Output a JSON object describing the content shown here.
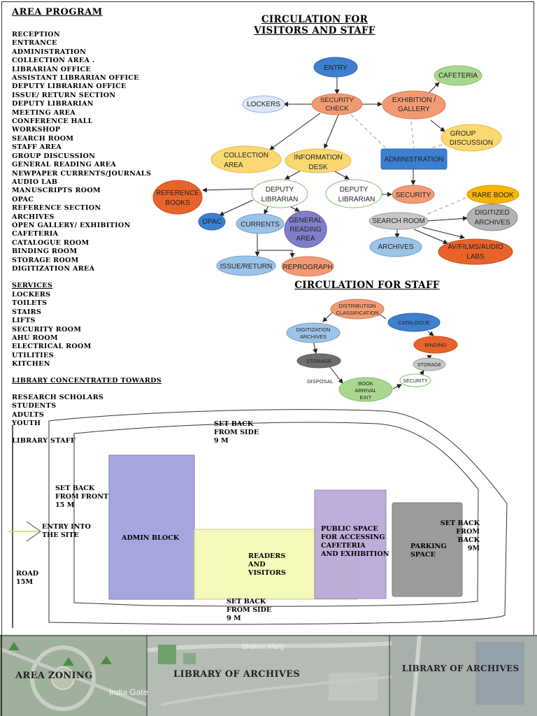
{
  "area_program": {
    "title": "AREA PROGRAM",
    "items": [
      "RECEPTION",
      "ENTRANCE",
      "ADMINISTRATION",
      "COLLECTION AREA .",
      "LIBRARIAN OFFICE",
      "ASSISTANT LIBRARIAN OFFICE",
      "DEPUTY LIBRARIAN OFFICE",
      "ISSUE/ RETURN SECTION",
      "DEPUTY LIBRARIAN",
      "MEETING AREA",
      "CONFERENCE HALL",
      "WORKSHOP",
      "SEARCH ROOM",
      "STAFF AREA",
      "GROUP DISCUSSION",
      "GENERAL READING AREA",
      "NEWPAPER CURRENTS/JOURNALS",
      "AUDIO LAB",
      "MANUSCRIPTS ROOM",
      "OPAC",
      "REFERENCE SECTION",
      "ARCHIVES",
      "OPEN GALLERY/ EXHIBITION",
      "CAFETERIA",
      "CATALOGUE ROOM",
      "BINDING ROOM",
      "STORAGE ROOM",
      "DIGITIZATION AREA"
    ]
  },
  "services": {
    "title": "SERVICES",
    "items": [
      "LOCKERS",
      "TOILETS",
      "STAIRS",
      "LIFTS",
      "SECURITY ROOM",
      "AHU ROOM",
      "ELECTRICAL ROOM",
      "UTILITIES",
      "KITCHEN"
    ]
  },
  "concentration": {
    "title": "LIBRARY CONCENTRATED TOWARDS",
    "items": [
      "RESEARCH SCHOLARS",
      "STUDENTS",
      "ADULTS",
      "YOUTH",
      "",
      "LIBRARY STAFF"
    ]
  },
  "visitor_diagram": {
    "title_line1": "CIRCULATION FOR",
    "title_line2": "VISITORS AND STAFF",
    "nodes": {
      "entry": "ENTRY",
      "cafeteria": "CAFETERIA",
      "lockers": "LOCKERS",
      "security_check": [
        "SECURITY",
        "CHECK"
      ],
      "exhibition": [
        "EXHIBITION /",
        "GALLERY"
      ],
      "group_discussion": [
        "GROUP",
        "DISCUSSION"
      ],
      "collection_area": [
        "COLLECTION",
        "AREA"
      ],
      "information_desk": [
        "INFORMATION",
        "DESK"
      ],
      "administration": "ADMINISTRATION",
      "reference_books": [
        "REFERENCE",
        "BOOKS"
      ],
      "deputy_librarian_1": [
        "DEPUTY",
        "LIBRARIAN"
      ],
      "deputy_librarian_2": [
        "DEPUTY",
        "LIBRARIAN"
      ],
      "security": "SECURITY",
      "rare_book": "RARE BOOK",
      "opac": "OPAC",
      "currents": "CURRENTS",
      "general_reading": [
        "GENERAL",
        "READING",
        "AREA"
      ],
      "search_room": "SEARCH ROOM",
      "digitized_archives": [
        "DIGITIZED",
        "ARCHIVES"
      ],
      "archives": "ARCHIVES",
      "av_labs": [
        "AV/FILMS/AUDIO",
        "LABS"
      ],
      "issue_return": "ISSUE/RETURN",
      "reprograph": "REPROGRAPH"
    }
  },
  "staff_diagram": {
    "title": "CIRCULATION FOR STAFF",
    "nodes": {
      "distribution": [
        "DISTRIBUTION",
        "CLASSIFICATION"
      ],
      "catalogue": "CATALOGUE",
      "digitization": [
        "DIGITIZATION",
        "ARCHIVES"
      ],
      "binding": "BINDING",
      "storage_left": "STORAGE",
      "storage_right": "STORAGE",
      "disposal": "DISPOSAL",
      "security": "SECURITY",
      "book_arrival": [
        "BOOK",
        "ARRIVAL",
        "EXIT"
      ]
    }
  },
  "site_plan": {
    "setback_side_top": [
      "SET BACK",
      "FROM SIDE",
      "9 M"
    ],
    "setback_front": [
      "SET BACK",
      "FROM FRONT",
      "15 M"
    ],
    "entry": [
      "ENTRY INTO",
      "THE SITE"
    ],
    "road": [
      "ROAD",
      "15M"
    ],
    "admin_block": "ADMIN BLOCK",
    "readers": [
      "READERS",
      "AND",
      "VISITORS"
    ],
    "public_space": [
      "PUBLIC SPACE",
      "FOR ACCESSING",
      "CAFETERIA",
      "AND EXHIBITION"
    ],
    "parking": [
      "PARKING",
      "SPACE"
    ],
    "setback_back": [
      "SET BACK",
      "FROM BACK",
      "9M"
    ],
    "setback_side_bottom": [
      "SET BACK",
      "FROM SIDE",
      "9 M"
    ]
  },
  "bottom_band": {
    "area_zoning": "AREA ZONING",
    "center_title": "LIBRARY OF ARCHIVES",
    "right_title": "LIBRARY OF ARCHIVES",
    "map_labels": [
      "India Gate",
      "Bhairon Marg"
    ]
  },
  "colors": {
    "blue": "#3d7fd1",
    "orange": "#f29b73",
    "dark_orange": "#e8632a",
    "green": "#a9d78f",
    "yellow": "#fcd873",
    "gray": "#b3b3b3",
    "light_blue": "#9dc3e6",
    "purple": "#7f7fc9",
    "admin_block": "#a6a6de",
    "readers": "#f4f8b8",
    "public_space": "#b9a6d8",
    "parking": "#9b9b9b"
  }
}
